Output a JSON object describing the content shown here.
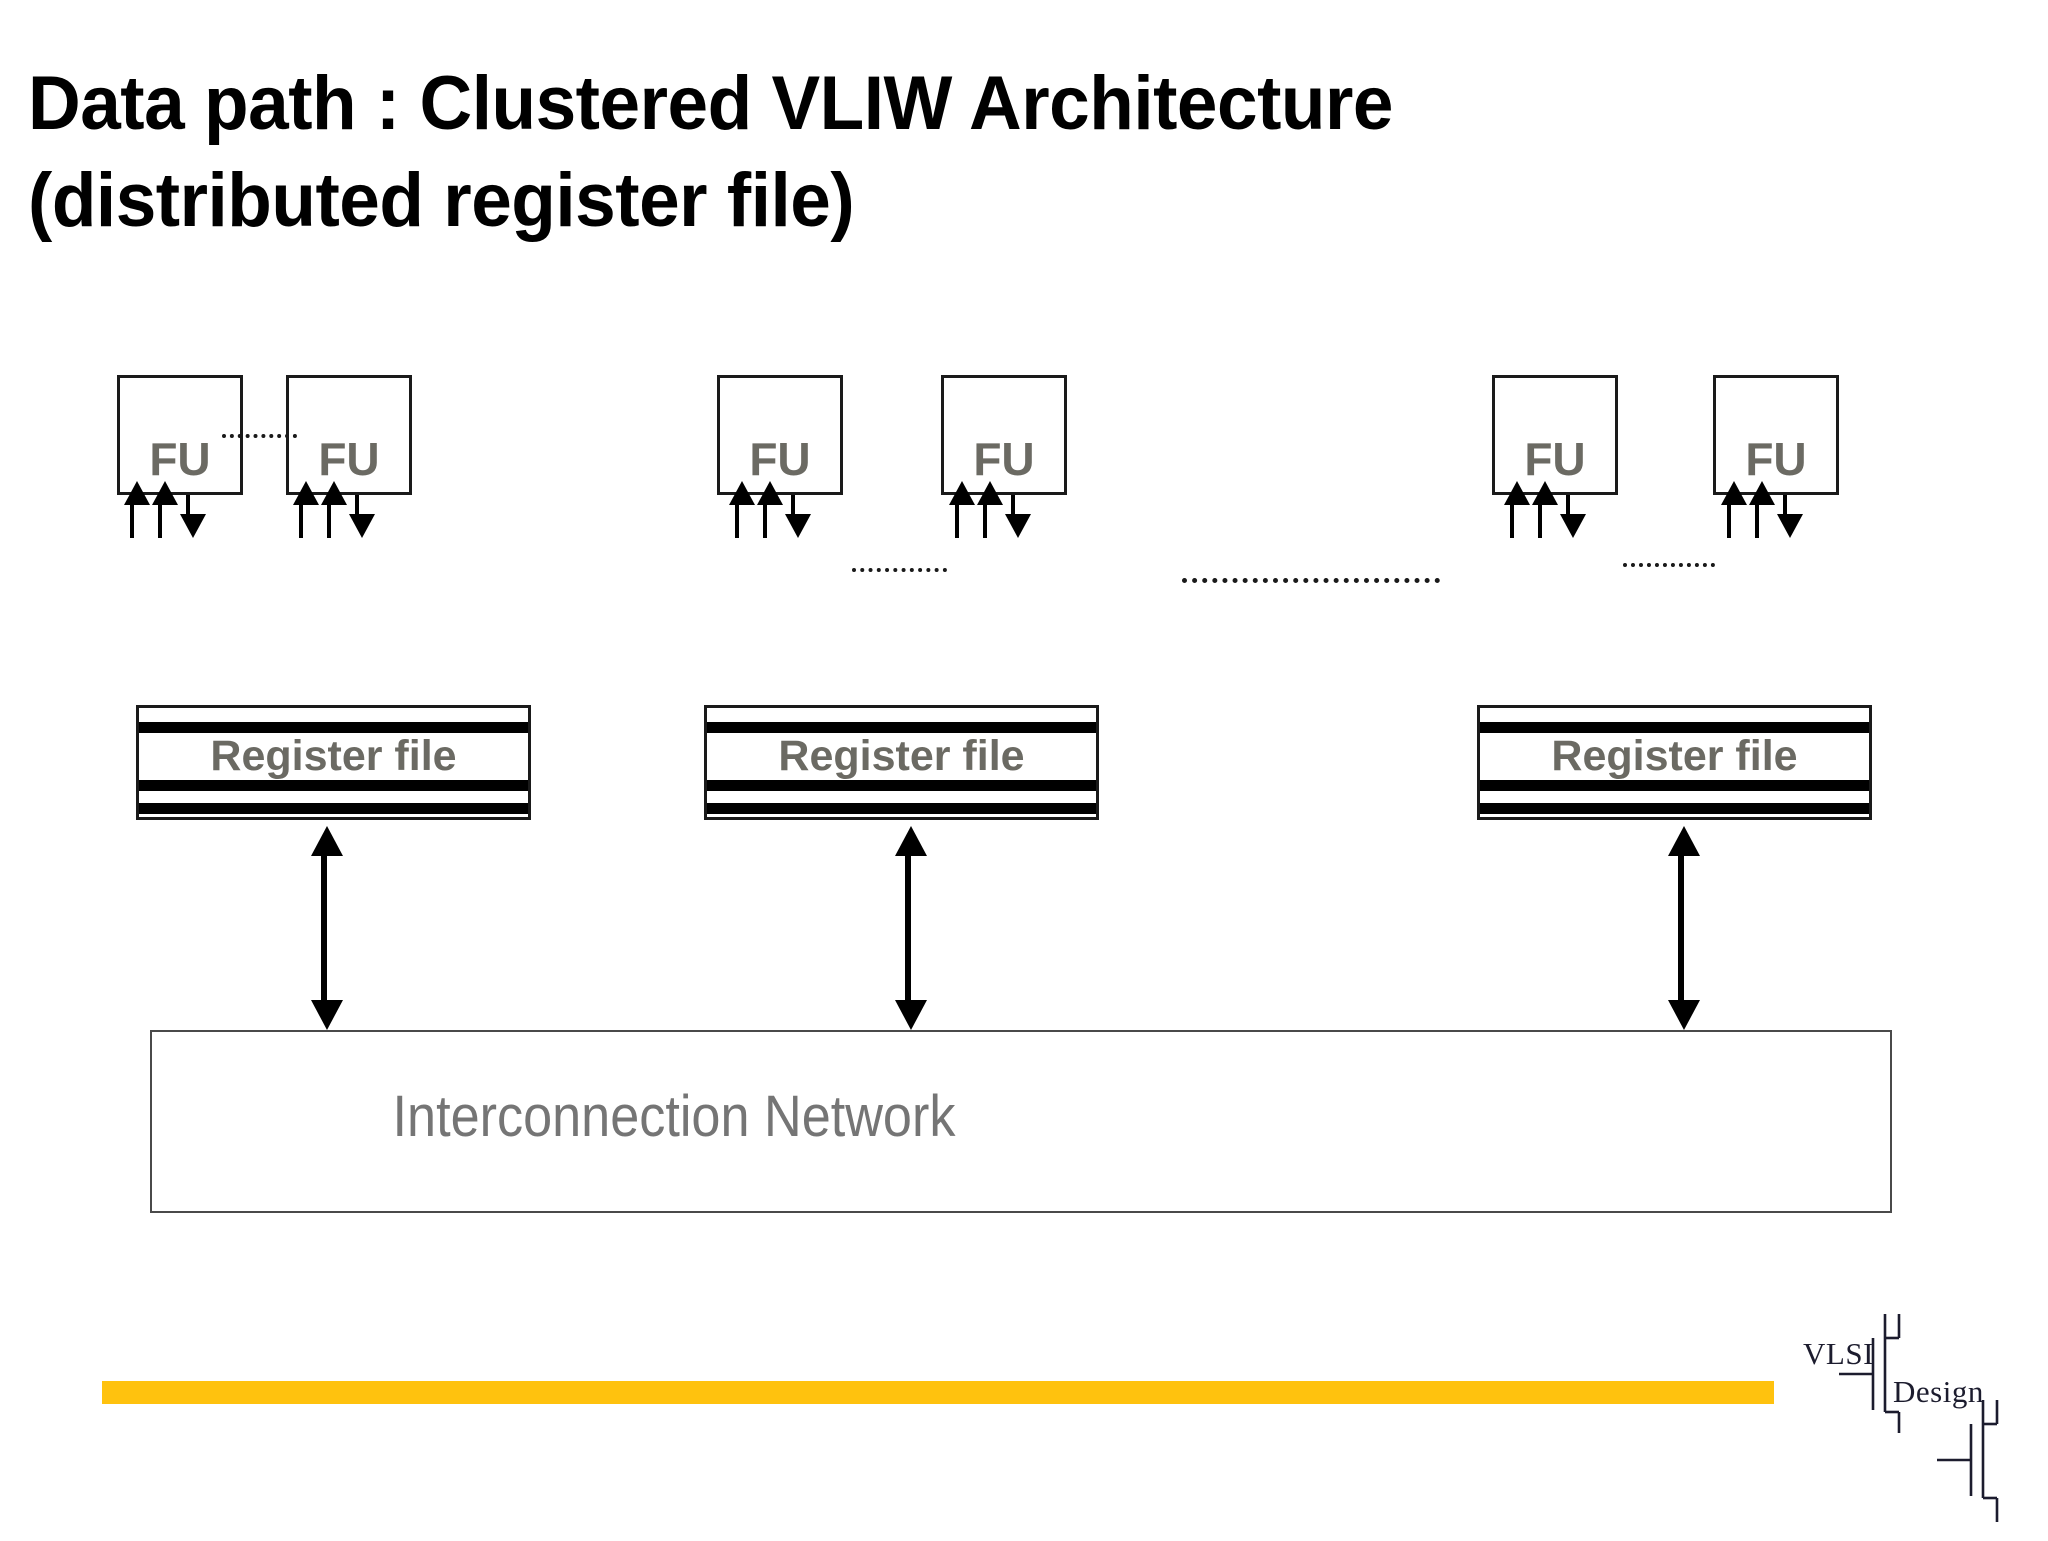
{
  "slide": {
    "title_line1": "Data path : Clustered VLIW Architecture",
    "title_line2": "(distributed register file)"
  },
  "diagram": {
    "type": "block-diagram",
    "description": "Clustered VLIW datapath with distributed register files connected by an interconnection network",
    "cluster_count_shown": 3,
    "clusters": [
      {
        "id": "cluster-1",
        "fu_left_label": "FU",
        "fu_right_label": "FU",
        "regfile_label": "Register file",
        "read_ports_per_fu": 2,
        "write_ports_per_fu": 1
      },
      {
        "id": "cluster-2",
        "fu_left_label": "FU",
        "fu_right_label": "FU",
        "regfile_label": "Register file",
        "read_ports_per_fu": 2,
        "write_ports_per_fu": 1
      },
      {
        "id": "cluster-3",
        "fu_left_label": "FU",
        "fu_right_label": "FU",
        "regfile_label": "Register file",
        "read_ports_per_fu": 2,
        "write_ports_per_fu": 1
      }
    ],
    "network_label": "Interconnection Network",
    "ellipsis_between_clusters": true,
    "ellipsis_within_cluster": true
  },
  "logo": {
    "line1": "VLSI",
    "line2": "Design"
  },
  "colors": {
    "accent_bar": "#FFC20E",
    "diagram_text": "#6b6a63",
    "network_text": "#757575",
    "line": "#1a1a1a",
    "title": "#000000",
    "background": "#ffffff"
  }
}
